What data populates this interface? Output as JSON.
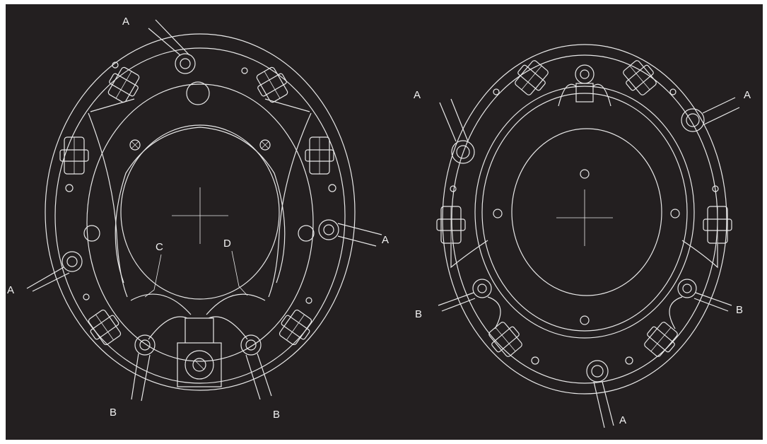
{
  "colors": {
    "background": "#231f20",
    "line": "#e8e8e8",
    "border": "#ffffff"
  },
  "labels": {
    "left": {
      "a_top": "A",
      "a_right": "A",
      "a_left": "A",
      "c": "C",
      "d": "D",
      "b_left": "B",
      "b_right": "B"
    },
    "right": {
      "a_left": "A",
      "a_right": "A",
      "b_left": "B",
      "b_right": "B",
      "a_bottom": "A"
    }
  }
}
